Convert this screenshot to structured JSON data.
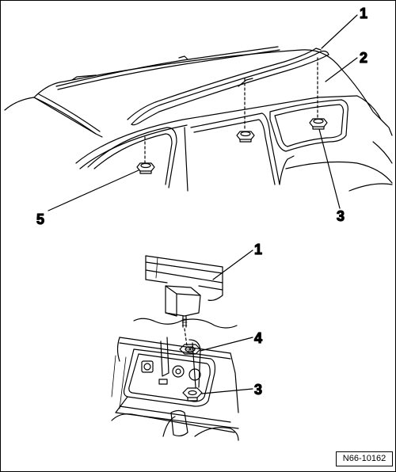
{
  "figure": {
    "reference": "N66-10162",
    "callouts": {
      "top_1": "1",
      "top_2": "2",
      "top_3": "3",
      "top_5": "5",
      "detail_1": "1",
      "detail_4": "4",
      "detail_3": "3"
    }
  },
  "colors": {
    "line": "#000000",
    "background": "#ffffff"
  }
}
